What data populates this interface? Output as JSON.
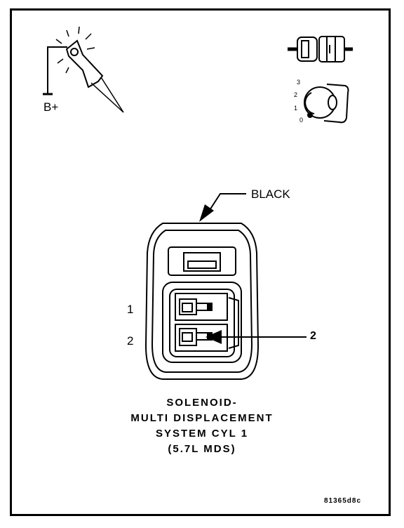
{
  "probe": {
    "label": "B+"
  },
  "ignition": {
    "positions": [
      "3",
      "2",
      "1",
      "0"
    ]
  },
  "connector": {
    "color_label": "BLACK",
    "cavity_labels": [
      "1",
      "2"
    ],
    "callout_number": "2"
  },
  "caption": {
    "lines": [
      "SOLENOID-",
      "MULTI DISPLACEMENT",
      "SYSTEM CYL 1",
      "(5.7L MDS)"
    ]
  },
  "figure_id": "81365d8c"
}
